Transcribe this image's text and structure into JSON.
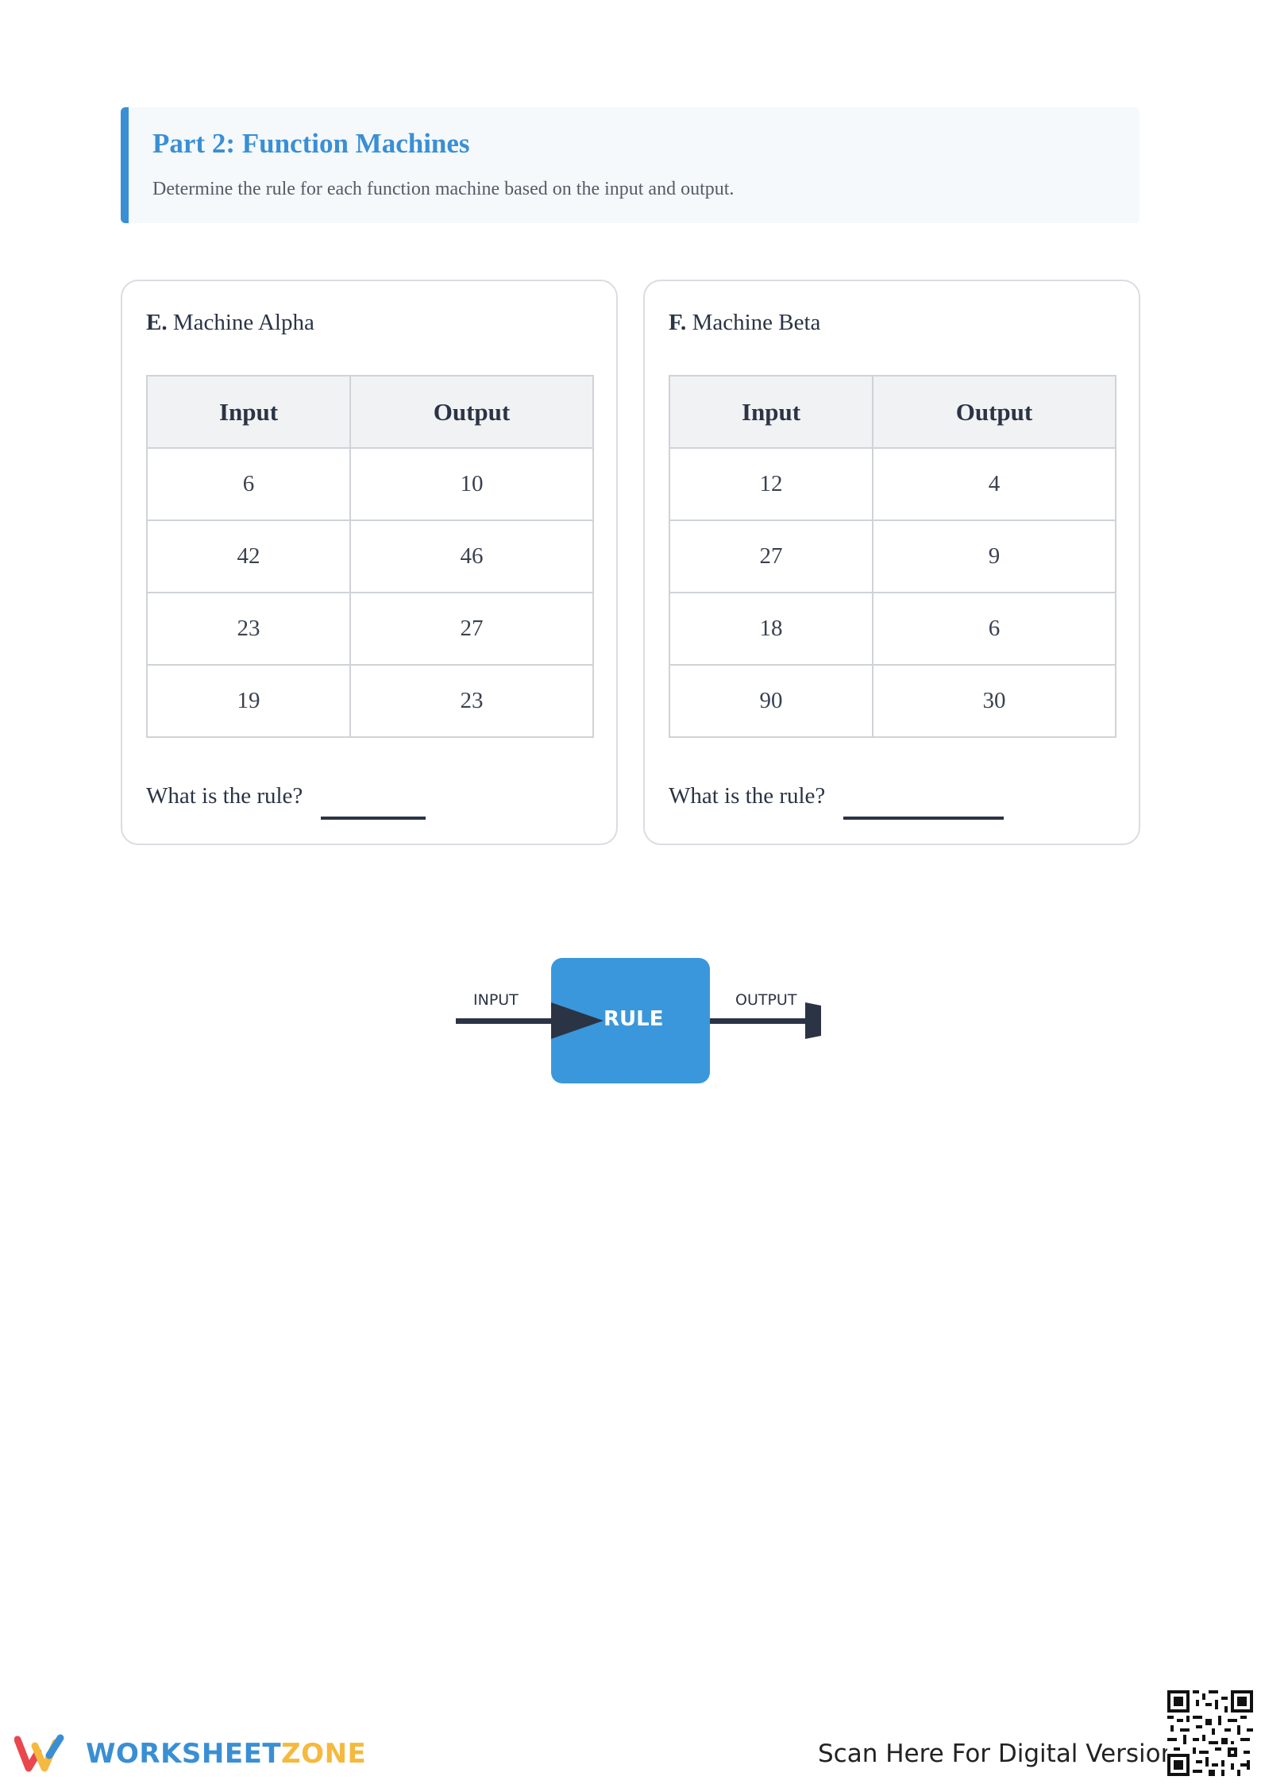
{
  "section": {
    "title": "Part 2: Function Machines",
    "description": "Determine the rule for each function machine based on the input and output."
  },
  "machines": [
    {
      "letter": "E.",
      "name": "Machine Alpha",
      "headers": [
        "Input",
        "Output"
      ],
      "rows": [
        [
          "6",
          "10"
        ],
        [
          "42",
          "46"
        ],
        [
          "23",
          "27"
        ],
        [
          "19",
          "23"
        ]
      ],
      "question": "What is the rule?"
    },
    {
      "letter": "F.",
      "name": "Machine Beta",
      "headers": [
        "Input",
        "Output"
      ],
      "rows": [
        [
          "12",
          "4"
        ],
        [
          "27",
          "9"
        ],
        [
          "18",
          "6"
        ],
        [
          "90",
          "30"
        ]
      ],
      "question": "What is the rule?"
    }
  ],
  "diagram": {
    "input_label": "INPUT",
    "output_label": "OUTPUT",
    "box_label": "RULE",
    "box_color": "#3a97dc",
    "arrow_color": "#2b3445"
  },
  "footer": {
    "logo_part1": "WORKSHEET",
    "logo_part2": "ZONE",
    "logo_color1": "#3a8fd4",
    "logo_color2": "#f5b940",
    "scan_text": "Scan Here For Digital Version"
  }
}
